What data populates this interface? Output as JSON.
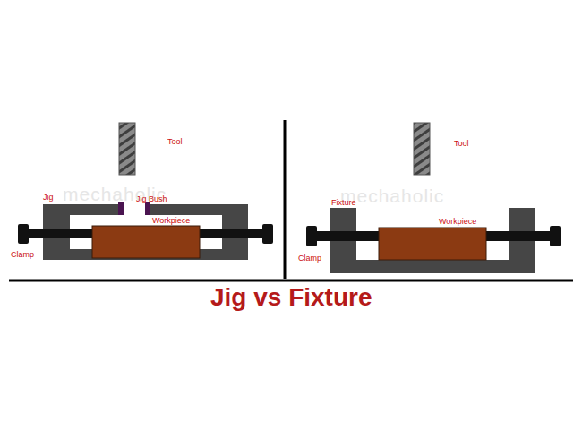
{
  "diagram": {
    "title": "Jig vs Fixture",
    "labels": [
      "mechaholic",
      "Tool",
      "Jig",
      "Jig Bush",
      "Workpiece",
      "Clamp",
      "mechaholic",
      "Tool",
      "Fixture",
      "Workpiece",
      "Clamp"
    ]
  }
}
